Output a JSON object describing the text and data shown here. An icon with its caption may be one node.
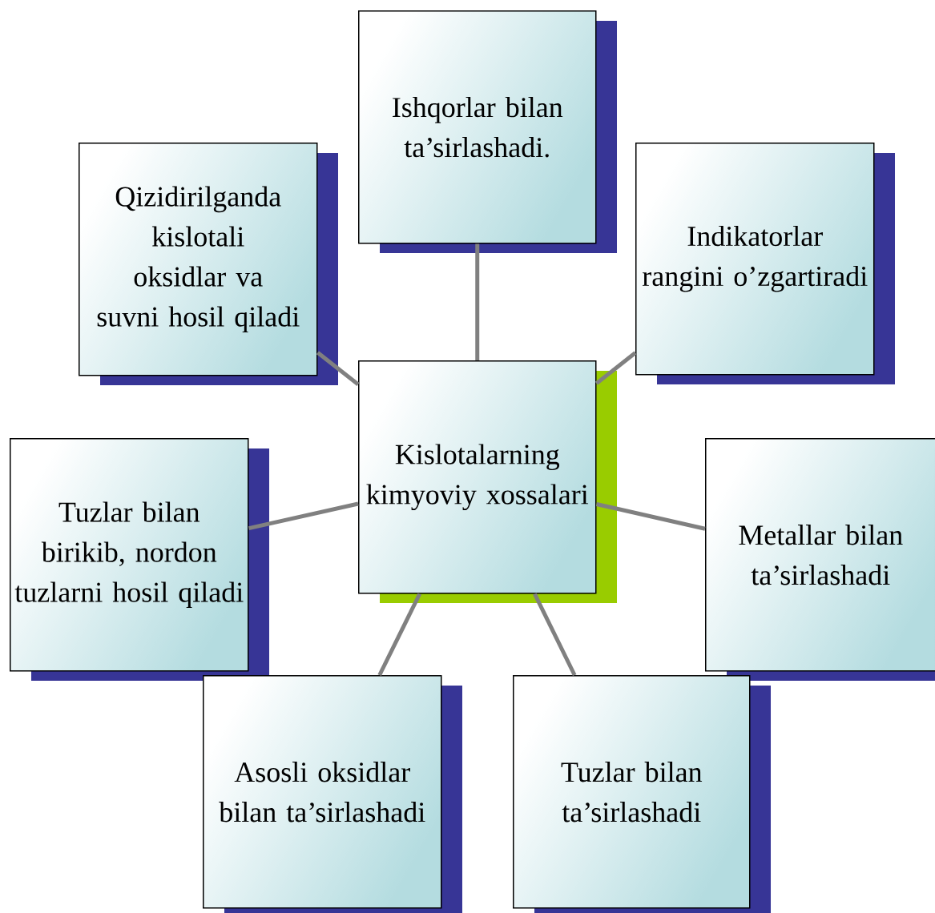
{
  "diagram": {
    "nodes": [
      {
        "text": [
          "Kislotalarning kimyoviy xossalari"
        ]
      },
      {
        "text": [
          "Ishqorlar bilan ta’sirlashadi."
        ]
      },
      {
        "text": [
          "Qizidirilganda kislotali oksidlar va suvni hosil qiladi"
        ]
      },
      {
        "text": [
          "Indikatorlar rangini o’zgartiradi"
        ]
      },
      {
        "text": [
          "Tuzlar bilan birikib, nordon tuzlarni hosil qiladi"
        ]
      },
      {
        "text": [
          "Metallar bilan ta’sirlashadi"
        ]
      },
      {
        "text": [
          "Asosli oksidlar bilan ta’sirlashadi"
        ]
      },
      {
        "text": [
          "Tuzlar bilan ta’sirlashadi"
        ]
      }
    ],
    "edges": [
      {
        "from": 0,
        "to": 1,
        "arrow": "none"
      },
      {
        "from": 0,
        "to": 2,
        "arrow": "none"
      },
      {
        "from": 0,
        "to": 3,
        "arrow": "none"
      },
      {
        "from": 0,
        "to": 4,
        "arrow": "none"
      },
      {
        "from": 0,
        "to": 5,
        "arrow": "none"
      },
      {
        "from": 0,
        "to": 6,
        "arrow": "none"
      },
      {
        "from": 0,
        "to": 7,
        "arrow": "none"
      }
    ]
  }
}
